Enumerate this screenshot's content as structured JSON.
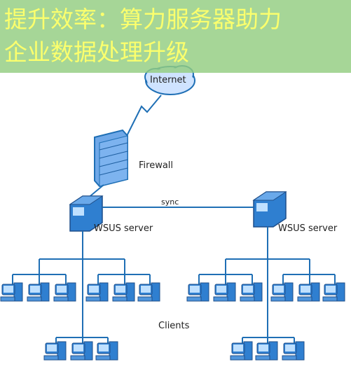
{
  "banner": {
    "line1": "提升效率：算力服务器助力",
    "line2": "企业数据处理升级"
  },
  "diagram": {
    "internet_label": "Internet",
    "firewall_label": "Firewall",
    "sync_label": "sync",
    "left_server_label": "WSUS server",
    "right_server_label": "WSUS server",
    "clients_label": "Clients"
  },
  "colors": {
    "banner_bg": "#93cd80",
    "banner_text": "#fbff6d",
    "cloud_fill": "#cfe3ff",
    "line_color": "#1f6fb5",
    "server_fill": "#2f7fd0",
    "client_fill": "#2f7fd0"
  }
}
